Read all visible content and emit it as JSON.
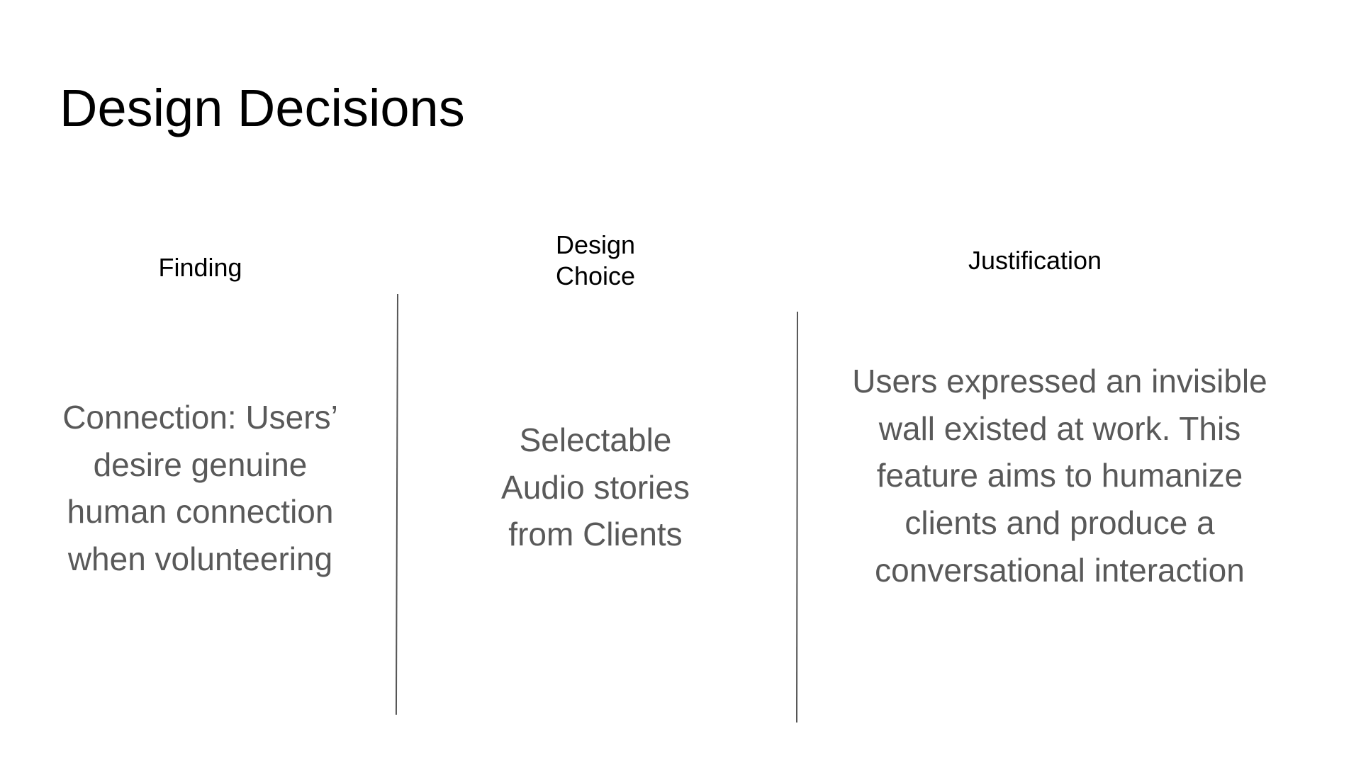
{
  "slide": {
    "title": "Design Decisions",
    "columns": [
      {
        "header": "Finding",
        "body": "Connection: Users’ desire genuine human connection when volunteering"
      },
      {
        "header": "Design\nChoice",
        "body": "Selectable Audio stories from Clients"
      },
      {
        "header": "Justification",
        "body": "Users expressed an invisible wall existed at work. This feature aims to humanize clients and produce a conversational interaction"
      }
    ]
  },
  "colors": {
    "title": "#000000",
    "header": "#000000",
    "body": "#595959",
    "divider": "#555555",
    "background": "#ffffff"
  }
}
